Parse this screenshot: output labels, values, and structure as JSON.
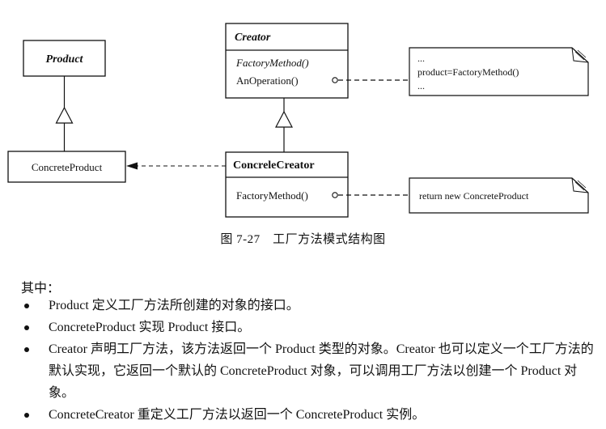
{
  "diagram": {
    "product": {
      "name": "Product"
    },
    "concrete_product": {
      "name": "ConcreteProduct"
    },
    "creator": {
      "name": "Creator",
      "operations": [
        "FactoryMethod()",
        "AnOperation()"
      ]
    },
    "concrete_creator": {
      "name": "ConcreleCreator",
      "operations": [
        "FactoryMethod()"
      ]
    },
    "note_creator": {
      "lines": [
        "...",
        "product=FactoryMethod()",
        "..."
      ]
    },
    "note_concrete_creator": {
      "lines": [
        "return new ConcreteProduct"
      ]
    }
  },
  "caption": "图 7-27　工厂方法模式结构图",
  "intro": "其中：",
  "bullets": [
    "Product 定义工厂方法所创建的对象的接口。",
    "ConcreteProduct 实现 Product 接口。",
    "Creator 声明工厂方法，该方法返回一个 Product 类型的对象。Creator 也可以定义一个工厂方法的默认实现，它返回一个默认的 ConcreteProduct 对象，可以调用工厂方法以创建一个 Product 对象。",
    "ConcreteCreator 重定义工厂方法以返回一个 ConcreteProduct 实例。"
  ]
}
